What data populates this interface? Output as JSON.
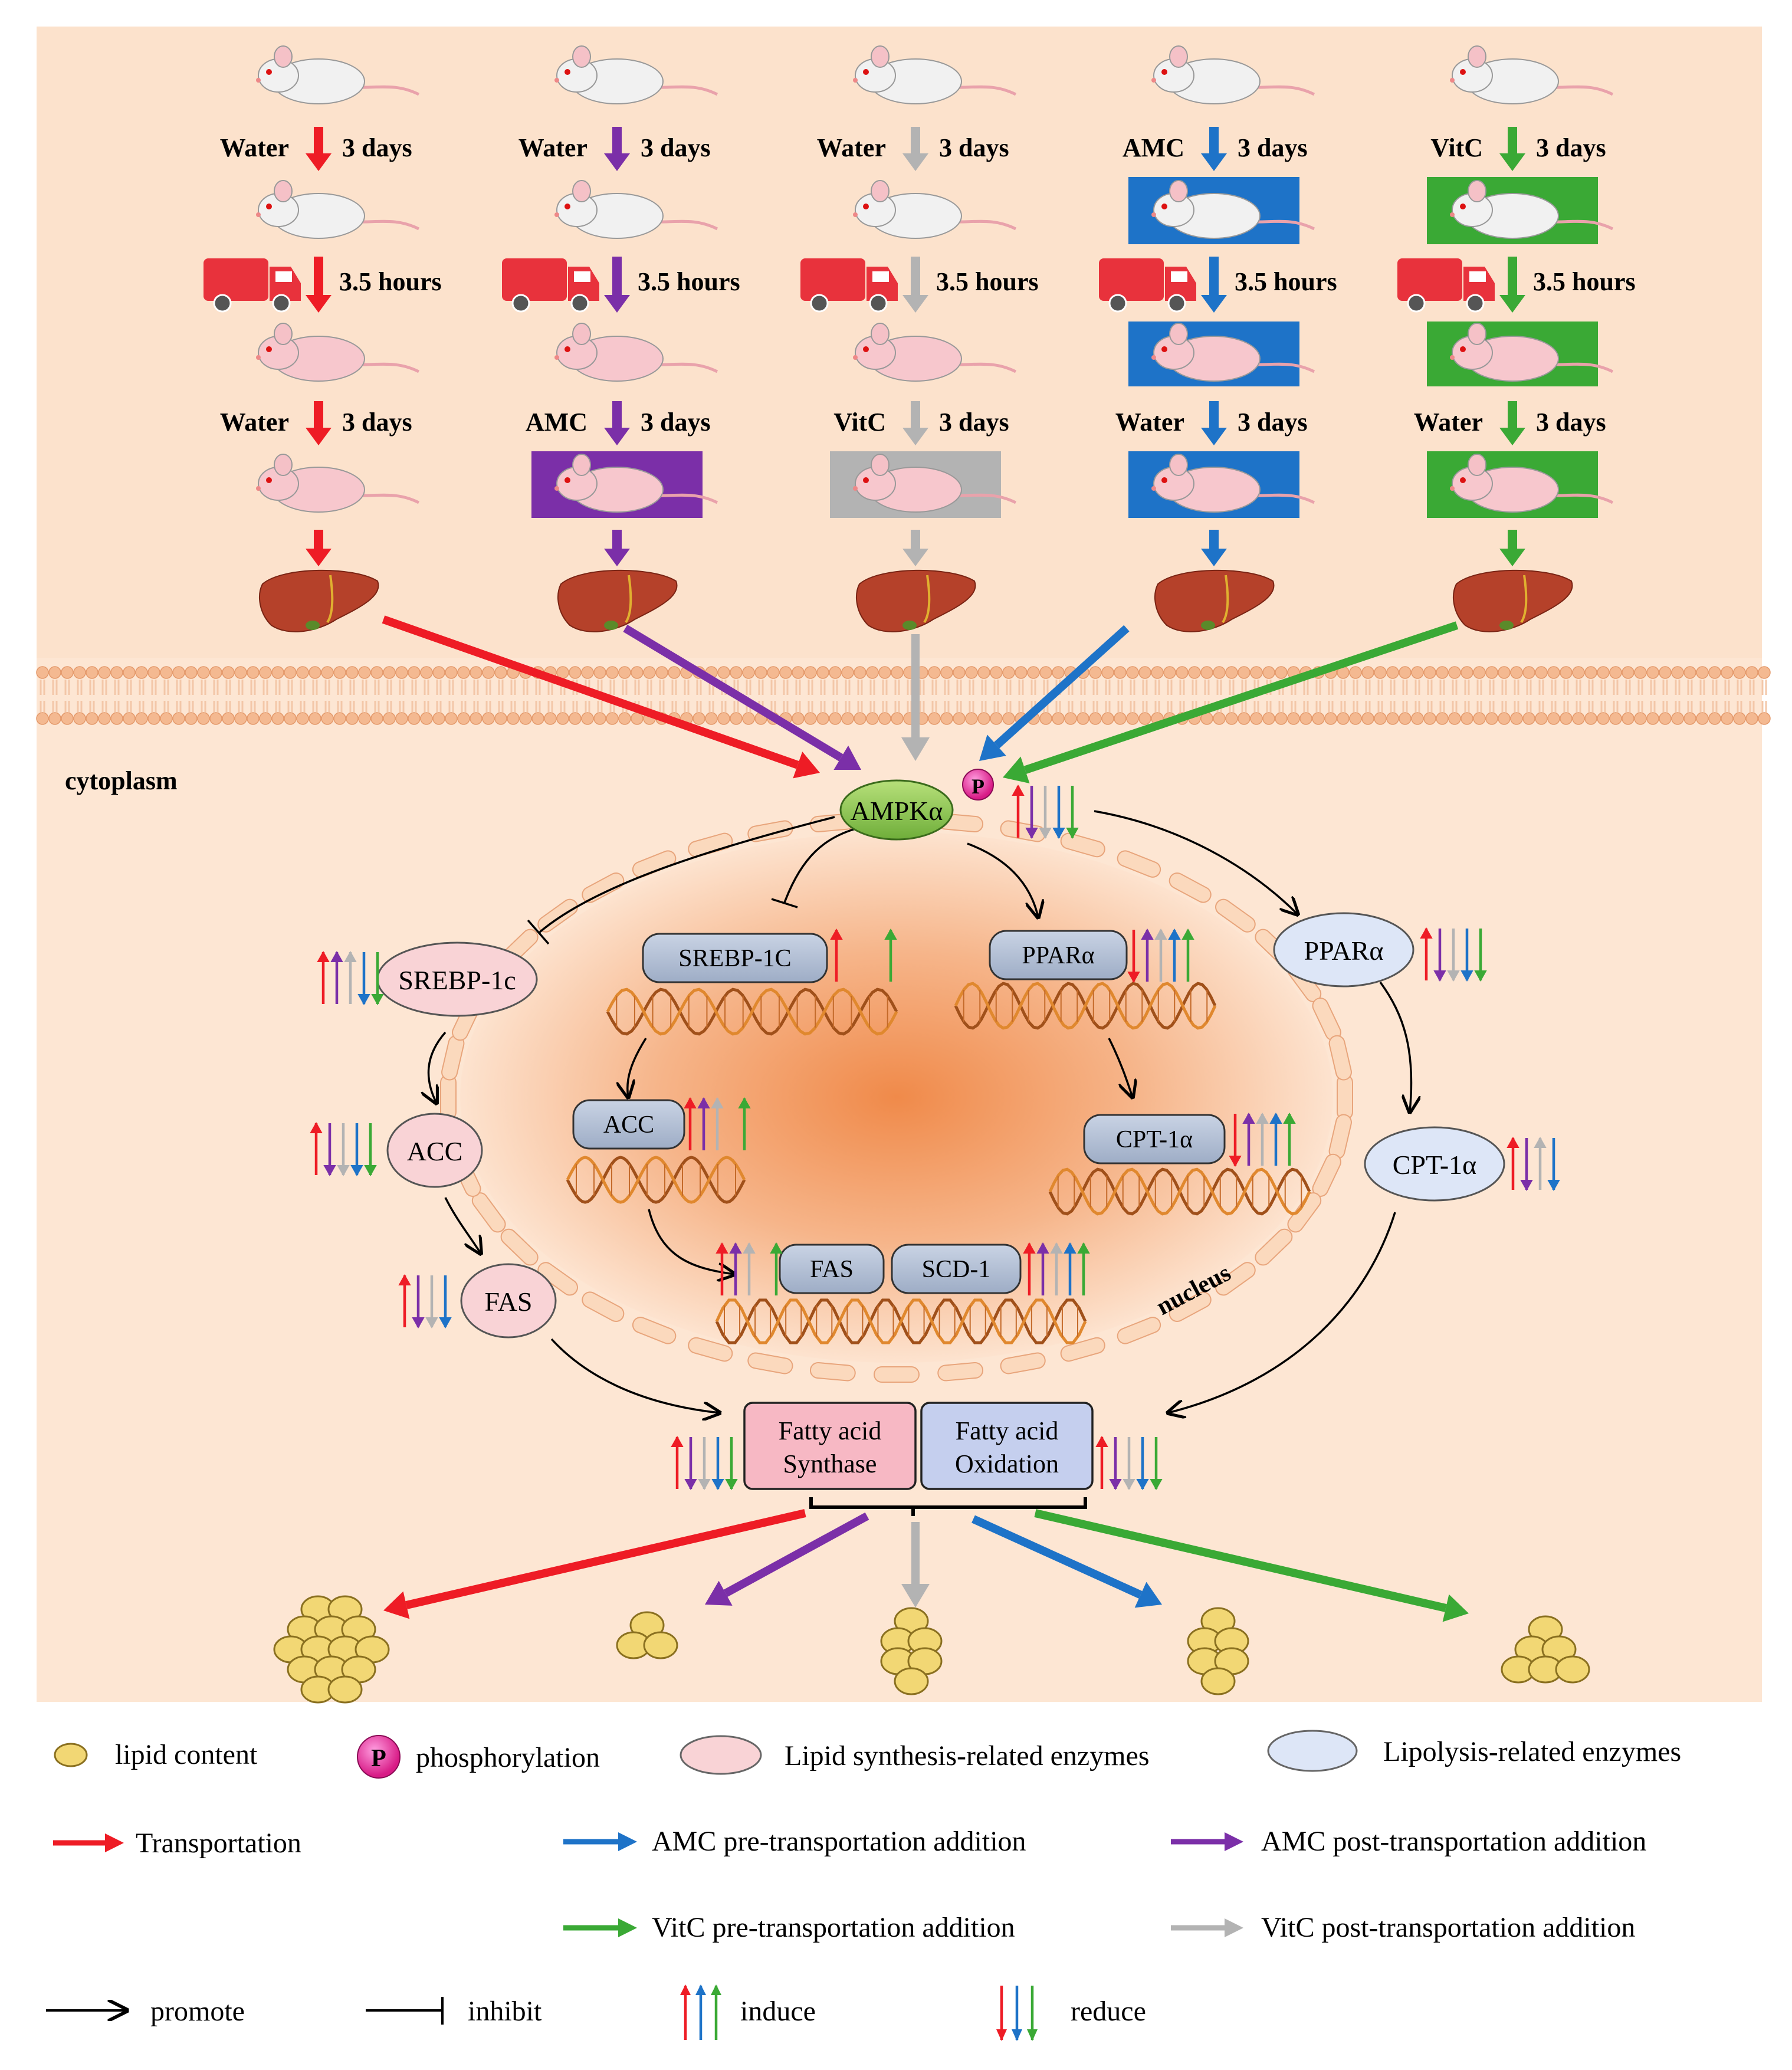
{
  "colors": {
    "transport": "#ee1c25",
    "amc_post": "#7b2fa8",
    "vitc_post": "#b3b3b3",
    "amc_pre": "#1e73c8",
    "vitc_pre": "#3aa935",
    "background": "#fce2cc",
    "membrane": "#f6c9a8",
    "liver": "#b5412a",
    "lipid": "#f2d774",
    "synth_enzyme": "#f9d3d6",
    "lipo_enzyme": "#dde6f7",
    "ampk": "#8bc34a",
    "phospho": "#e0218a"
  },
  "columns": [
    {
      "first_treat": "Water",
      "first_time": "3 days",
      "transport_time": "3.5 hours",
      "second_treat": "Water",
      "second_time": "3 days",
      "color_key": "transport",
      "box1": "",
      "box2": "",
      "box3": ""
    },
    {
      "first_treat": "Water",
      "first_time": "3 days",
      "transport_time": "3.5 hours",
      "second_treat": "AMC",
      "second_time": "3 days",
      "color_key": "amc_post",
      "box1": "",
      "box2": "",
      "box3": "#7b2fa8"
    },
    {
      "first_treat": "Water",
      "first_time": "3 days",
      "transport_time": "3.5 hours",
      "second_treat": "VitC",
      "second_time": "3 days",
      "color_key": "vitc_post",
      "box1": "",
      "box2": "",
      "box3": "#b3b3b3"
    },
    {
      "first_treat": "AMC",
      "first_time": "3 days",
      "transport_time": "3.5 hours",
      "second_treat": "Water",
      "second_time": "3 days",
      "color_key": "amc_pre",
      "box1": "#1e73c8",
      "box2": "#1e73c8",
      "box3": "#1e73c8"
    },
    {
      "first_treat": "VitC",
      "first_time": "3 days",
      "transport_time": "3.5 hours",
      "second_treat": "Water",
      "second_time": "3 days",
      "color_key": "vitc_pre",
      "box1": "#3aa935",
      "box2": "#3aa935",
      "box3": "#3aa935"
    }
  ],
  "labels": {
    "cytoplasm": "cytoplasm",
    "nucleus": "nucleus",
    "phospho_letter": "P"
  },
  "nodes": {
    "ampk": "AMPKα",
    "srebp_cyto": "SREBP-1c",
    "acc_cyto": "ACC",
    "fas_cyto": "FAS",
    "ppar_cyto": "PPARα",
    "cpt_cyto": "CPT-1α",
    "srebp_nuc": "SREBP-1C",
    "ppar_nuc": "PPARα",
    "acc_nuc": "ACC",
    "cpt_nuc": "CPT-1α",
    "fas_nuc": "FAS",
    "scd_nuc": "SCD-1",
    "fa_synth_l1": "Fatty acid",
    "fa_synth_l2": "Synthase",
    "fa_ox_l1": "Fatty acid",
    "fa_ox_l2": "Oxidation"
  },
  "legend": {
    "lipid": "lipid content",
    "phospho": "phosphorylation",
    "synth": "Lipid synthesis-related enzymes",
    "lipo": "Lipolysis-related enzymes",
    "transport": "Transportation",
    "amc_pre": "AMC pre-transportation addition",
    "amc_post": "AMC post-transportation addition",
    "vitc_pre": "VitC pre-transportation addition",
    "vitc_post": "VitC post-transportation addition",
    "promote": "promote",
    "inhibit": "inhibit",
    "induce": "induce",
    "reduce": "reduce"
  }
}
